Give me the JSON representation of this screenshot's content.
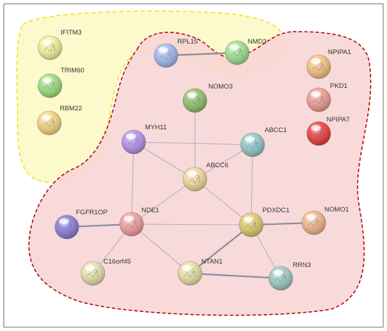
{
  "colors": {
    "yellow_cluster_fill": "#fbf8c4",
    "yellow_cluster_border": "#f2e41a",
    "red_cluster_fill": "#f8d4d4",
    "red_cluster_border": "#b01010",
    "frame_border": "#7a7a7a"
  },
  "nodes": [
    {
      "id": "IFITM3",
      "label": "IFITM3",
      "color": "#f4f29a",
      "icon": "protein-structure-icon"
    },
    {
      "id": "TRIM60",
      "label": "TRIM60",
      "color": "#9be07a",
      "icon": "protein-structure-icon"
    },
    {
      "id": "RBM22",
      "label": "RBM22",
      "color": "#f6d47c",
      "icon": "protein-structure-icon"
    },
    {
      "id": "RPL15",
      "label": "RPL15",
      "color": "#9fb8ea",
      "icon": "protein-structure-icon"
    },
    {
      "id": "NMD3",
      "label": "NMD3",
      "color": "#9fe08e",
      "icon": "protein-structure-icon"
    },
    {
      "id": "NPIPA1",
      "label": "NPIPA1",
      "color": "#f6c07a",
      "icon": "protein-structure-icon"
    },
    {
      "id": "PKD1",
      "label": "PKD1",
      "color": "#f09a90",
      "icon": "protein-structure-icon"
    },
    {
      "id": "NPIPA7",
      "label": "NPIPA7",
      "color": "#ec3a3a",
      "icon": "protein-structure-icon"
    },
    {
      "id": "NOMO3",
      "label": "NOMO3",
      "color": "#8fbf6a",
      "icon": "protein-structure-icon"
    },
    {
      "id": "MYH11",
      "label": "MYH11",
      "color": "#b48ee8",
      "icon": "protein-structure-icon"
    },
    {
      "id": "ABCC1",
      "label": "ABCC1",
      "color": "#8ec6c6",
      "icon": "protein-structure-icon"
    },
    {
      "id": "ABCC6",
      "label": "ABCC6",
      "color": "#f2d89a",
      "icon": "protein-structure-icon"
    },
    {
      "id": "FGFR1OP",
      "label": "FGFR1OP",
      "color": "#8a78d8",
      "icon": "protein-structure-icon"
    },
    {
      "id": "NDE1",
      "label": "NDE1",
      "color": "#f29a9a",
      "icon": "protein-structure-icon"
    },
    {
      "id": "PDXDC1",
      "label": "PDXDC1",
      "color": "#e0c86a",
      "icon": "protein-structure-icon"
    },
    {
      "id": "NOMO1",
      "label": "NOMO1",
      "color": "#f4b488",
      "icon": "protein-structure-icon"
    },
    {
      "id": "C16orf45",
      "label": "C16orf45",
      "color": "#e8e0a8",
      "icon": "protein-structure-icon"
    },
    {
      "id": "NTAN1",
      "label": "NTAN1",
      "color": "#e8e0a0",
      "icon": "protein-structure-icon"
    },
    {
      "id": "RRN3",
      "label": "RRN3",
      "color": "#9cc8c0",
      "icon": "protein-structure-icon"
    }
  ],
  "edges": [
    {
      "from": "RPL15",
      "to": "NMD3",
      "weight": "thick"
    },
    {
      "from": "NOMO3",
      "to": "ABCC6",
      "weight": "thin"
    },
    {
      "from": "MYH11",
      "to": "ABCC6",
      "weight": "thin"
    },
    {
      "from": "MYH11",
      "to": "ABCC1",
      "weight": "thin"
    },
    {
      "from": "MYH11",
      "to": "NDE1",
      "weight": "thin"
    },
    {
      "from": "ABCC1",
      "to": "ABCC6",
      "weight": "thin"
    },
    {
      "from": "ABCC1",
      "to": "PDXDC1",
      "weight": "thin"
    },
    {
      "from": "ABCC6",
      "to": "NDE1",
      "weight": "thin"
    },
    {
      "from": "ABCC6",
      "to": "PDXDC1",
      "weight": "thin"
    },
    {
      "from": "FGFR1OP",
      "to": "NDE1",
      "weight": "thick"
    },
    {
      "from": "NDE1",
      "to": "PDXDC1",
      "weight": "thin"
    },
    {
      "from": "NDE1",
      "to": "C16orf45",
      "weight": "thin"
    },
    {
      "from": "NDE1",
      "to": "NTAN1",
      "weight": "thin"
    },
    {
      "from": "PDXDC1",
      "to": "NOMO1",
      "weight": "thick"
    },
    {
      "from": "PDXDC1",
      "to": "NTAN1",
      "weight": "thick"
    },
    {
      "from": "PDXDC1",
      "to": "RRN3",
      "weight": "thin"
    },
    {
      "from": "NTAN1",
      "to": "RRN3",
      "weight": "thick"
    }
  ]
}
